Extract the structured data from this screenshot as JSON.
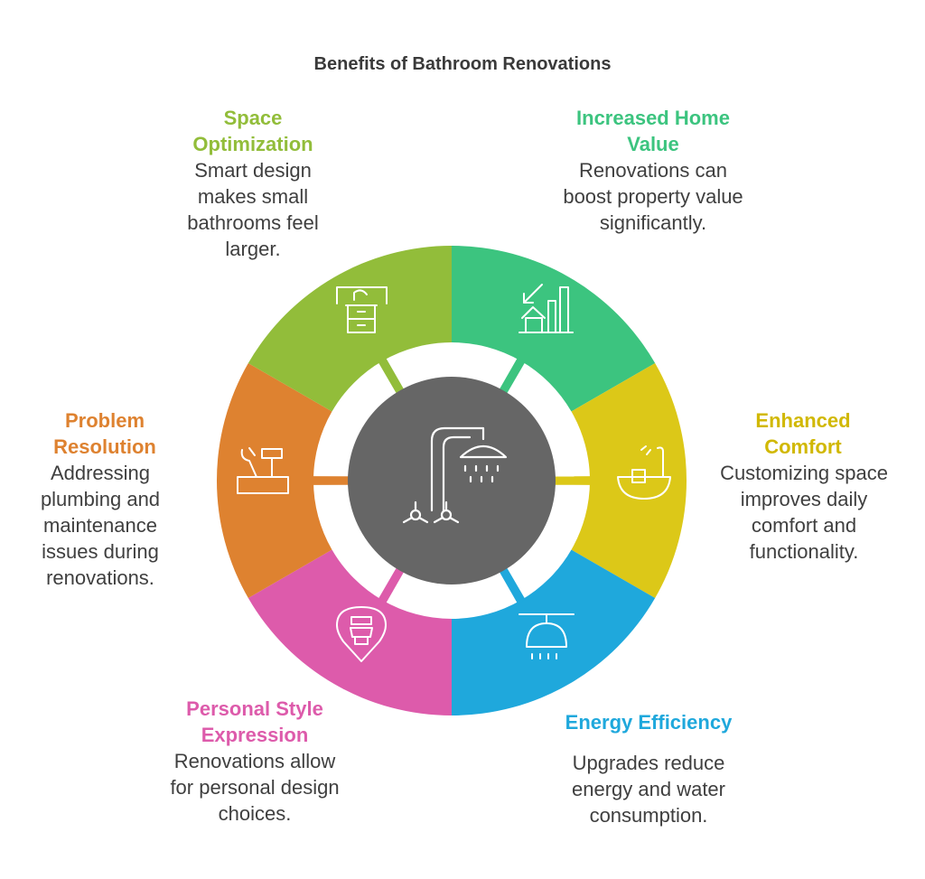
{
  "title": "Benefits of Bathroom Renovations",
  "colors": {
    "space": "#92bd3a",
    "value": "#3cc47f",
    "comfort": "#dcc818",
    "energy": "#1fa8dc",
    "style": "#dd5bab",
    "problem": "#de8230",
    "center": "#666666"
  },
  "segments": [
    {
      "key": "value",
      "heading": "Increased Home Value",
      "description": "Renovations can boost property value significantly.",
      "icon": "house-growth-chart-icon"
    },
    {
      "key": "comfort",
      "heading": "Enhanced Comfort",
      "description": "Customizing space improves daily comfort and functionality.",
      "icon": "bathtub-icon"
    },
    {
      "key": "energy",
      "heading": "Energy Efficiency",
      "description": "Upgrades reduce energy and water consumption.",
      "icon": "shower-head-icon"
    },
    {
      "key": "style",
      "heading": "Personal Style Expression",
      "description": "Renovations allow for personal design choices.",
      "icon": "toilet-pin-icon"
    },
    {
      "key": "problem",
      "heading": "Problem Resolution",
      "description": "Addressing plumbing and maintenance issues during renovations.",
      "icon": "tools-toolbox-icon"
    },
    {
      "key": "space",
      "heading": "Space Optimization",
      "description": "Smart design makes small bathrooms feel larger.",
      "icon": "vanity-sink-icon"
    }
  ],
  "center_icon": "shower-faucet-icon"
}
